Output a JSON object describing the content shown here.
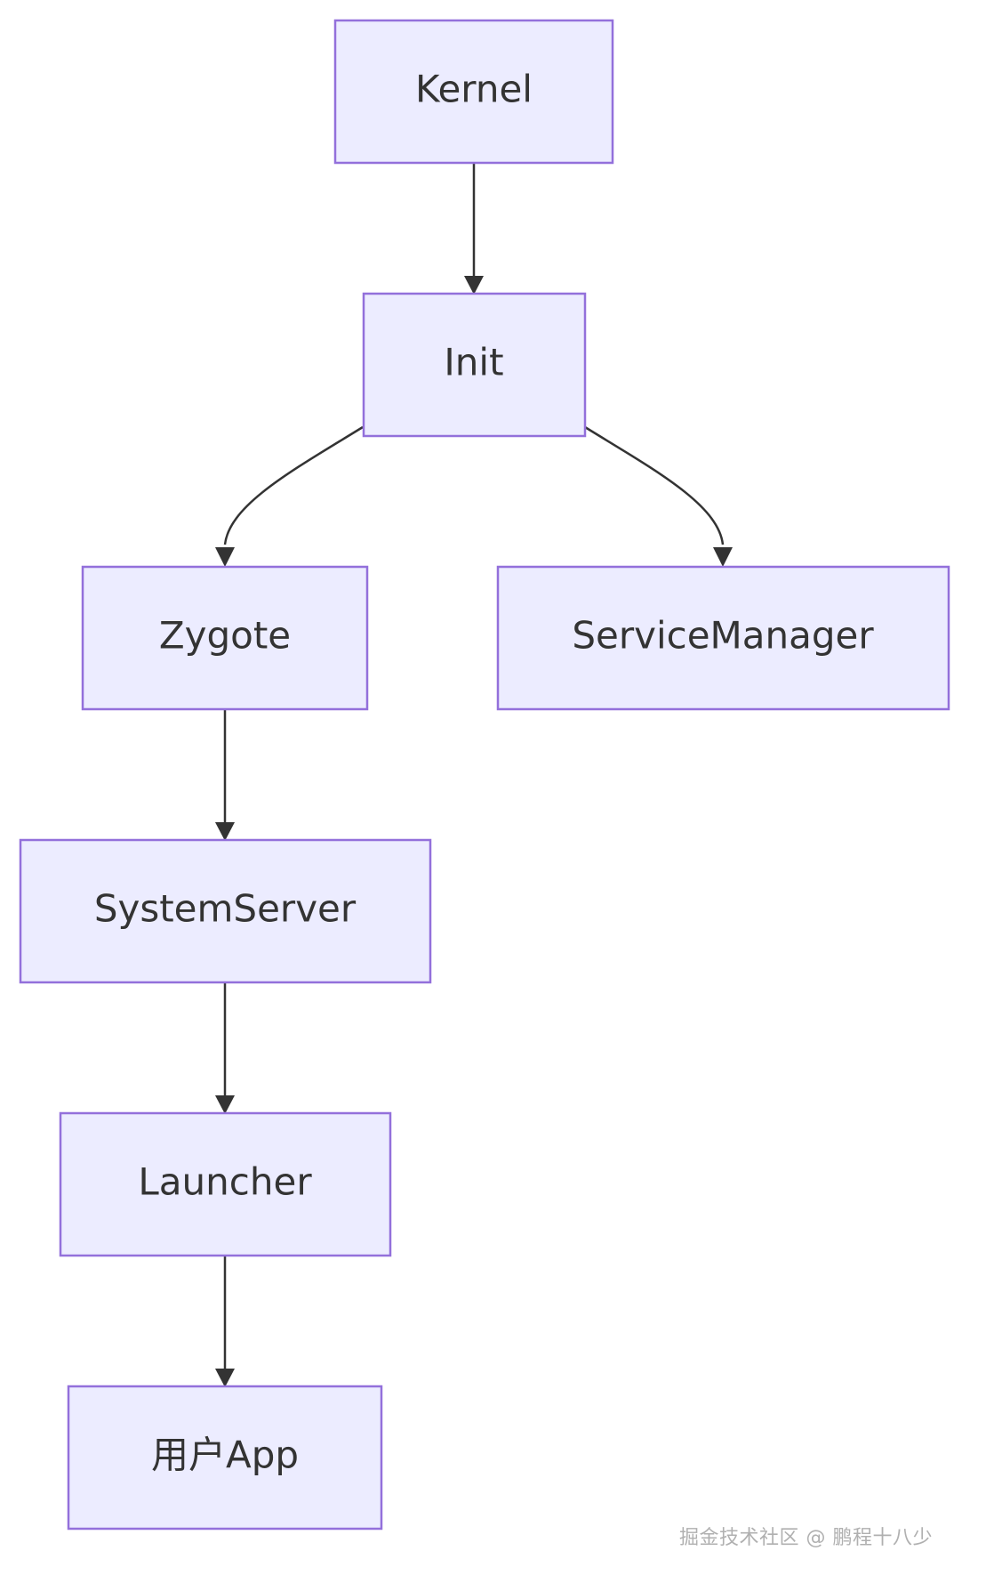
{
  "diagram": {
    "nodes": {
      "kernel": "Kernel",
      "init": "Init",
      "zygote": "Zygote",
      "service_manager": "ServiceManager",
      "system_server": "SystemServer",
      "launcher": "Launcher",
      "user_app": "用户App"
    },
    "colors": {
      "node_fill": "#ececff",
      "node_stroke": "#9370db",
      "edge": "#333333",
      "text": "#333333"
    }
  },
  "watermark": "掘金技术社区 @ 鹏程十八少"
}
